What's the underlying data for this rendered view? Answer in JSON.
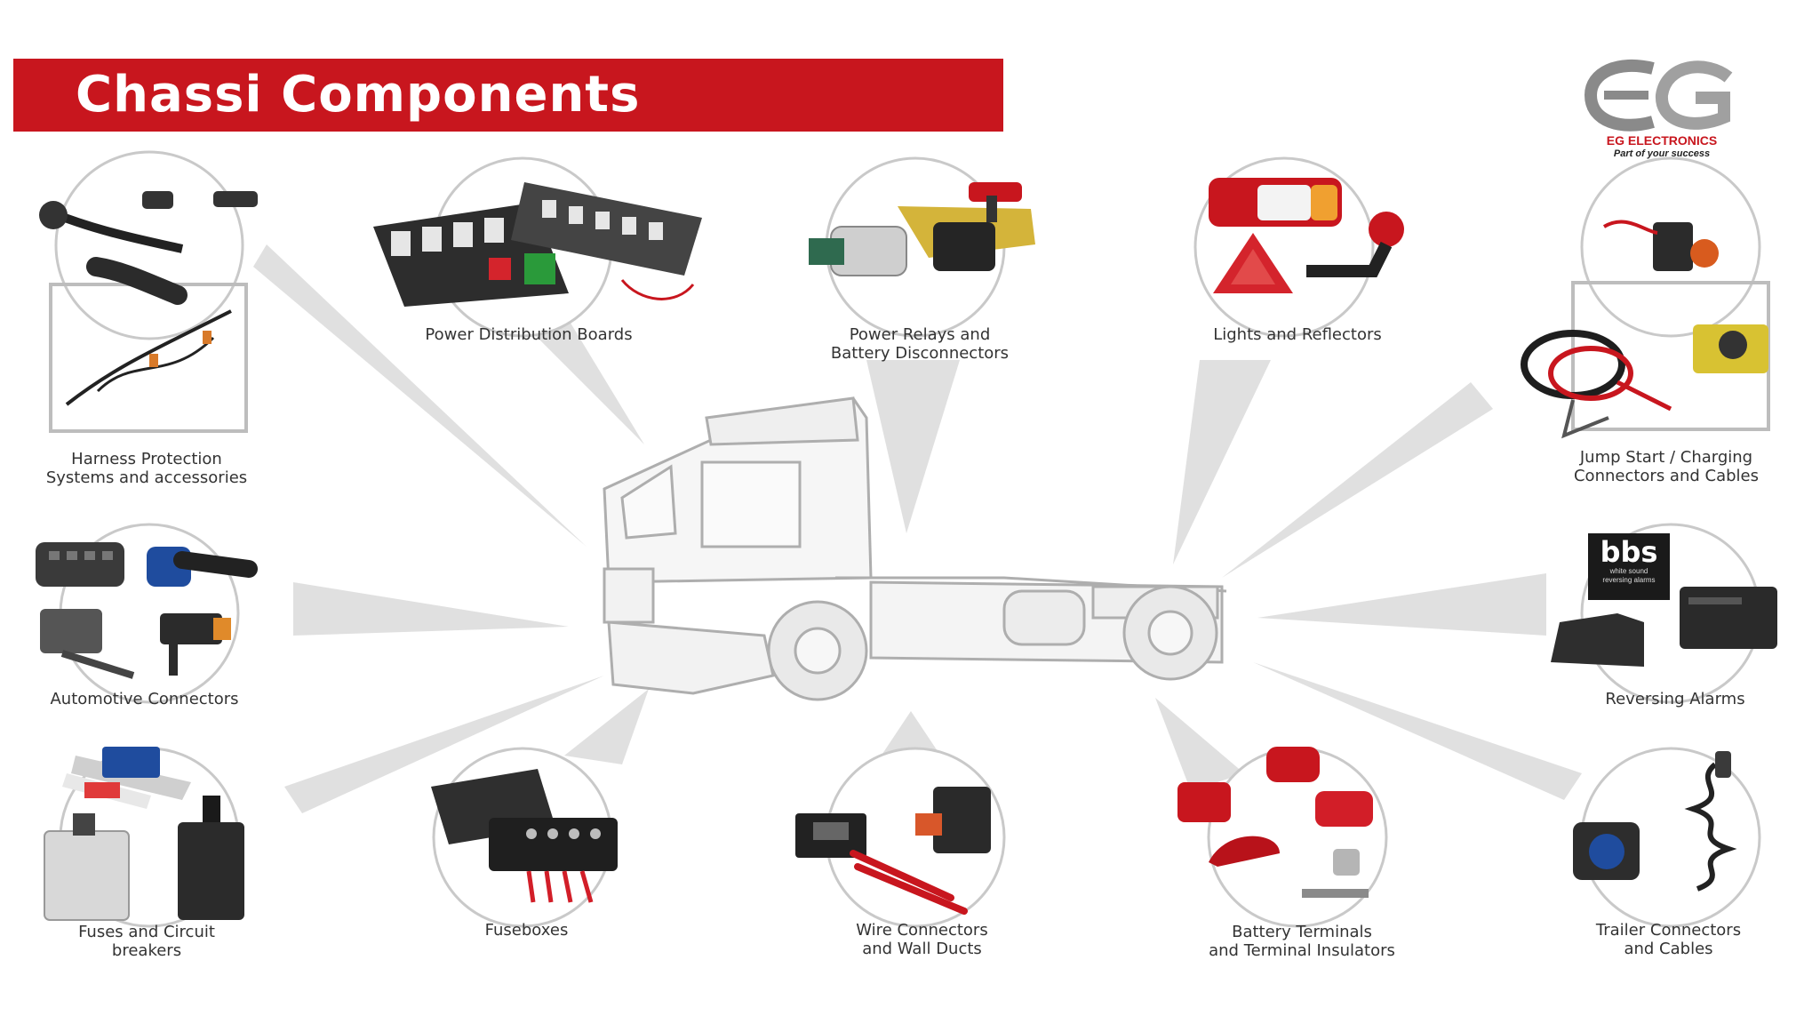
{
  "title": "Chassi Components",
  "logo": {
    "name": "EG ELECTRONICS",
    "tagline": "Part of your success"
  },
  "badge": {
    "brand": "bbs",
    "sub_lines": [
      "white sound",
      "reversing alarms"
    ]
  },
  "categories": [
    {
      "label": "Harness Protection\nSystems and accessories"
    },
    {
      "label": "Power Distribution Boards"
    },
    {
      "label": "Power Relays and\nBattery Disconnectors"
    },
    {
      "label": "Lights and Reflectors"
    },
    {
      "label": "Jump Start / Charging\nConnectors and Cables"
    },
    {
      "label": "Automotive Connectors"
    },
    {
      "label": "Reversing Alarms"
    },
    {
      "label": "Fuses and Circuit\nbreakers"
    },
    {
      "label": "Fuseboxes"
    },
    {
      "label": "Wire Connectors\nand Wall Ducts"
    },
    {
      "label": "Battery Terminals\nand Terminal Insulators"
    },
    {
      "label": "Trailer Connectors\nand Cables"
    }
  ],
  "colors": {
    "accent": "#c8161e",
    "ray": "#c8c8c8",
    "circle": "#d0d0d0"
  }
}
